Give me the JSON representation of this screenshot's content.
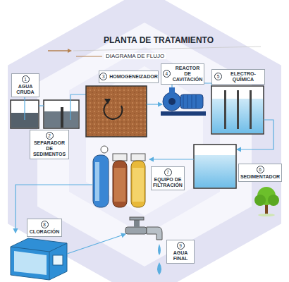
{
  "diagram": {
    "title": "PLANTA DE TRATAMIENTO",
    "nodes": [
      {
        "text": [
          "1",
          "AGUA CRUDA"
        ]
      },
      {
        "text": [
          "2",
          "SEPARADOR DE SEDIMENTOS"
        ]
      },
      {
        "text": [
          "3",
          "HOMOGENEIZADOR"
        ]
      },
      {
        "text": [
          "4",
          "REACTOR DE CAVITACIÓN"
        ]
      },
      {
        "text": [
          "5",
          "ELECTRO-QUÍMICA"
        ]
      },
      {
        "text": [
          "6",
          "SEDIMENTADOR"
        ]
      },
      {
        "text": [
          "7",
          "EQUIPO DE FILTRACIÓN"
        ]
      },
      {
        "text": [
          "8",
          "CLORACIÓN"
        ]
      },
      {
        "text": [
          "9",
          "AGUA FINAL"
        ]
      }
    ],
    "labels": [
      "DIAGRAMA DE FLUJO"
    ]
  }
}
